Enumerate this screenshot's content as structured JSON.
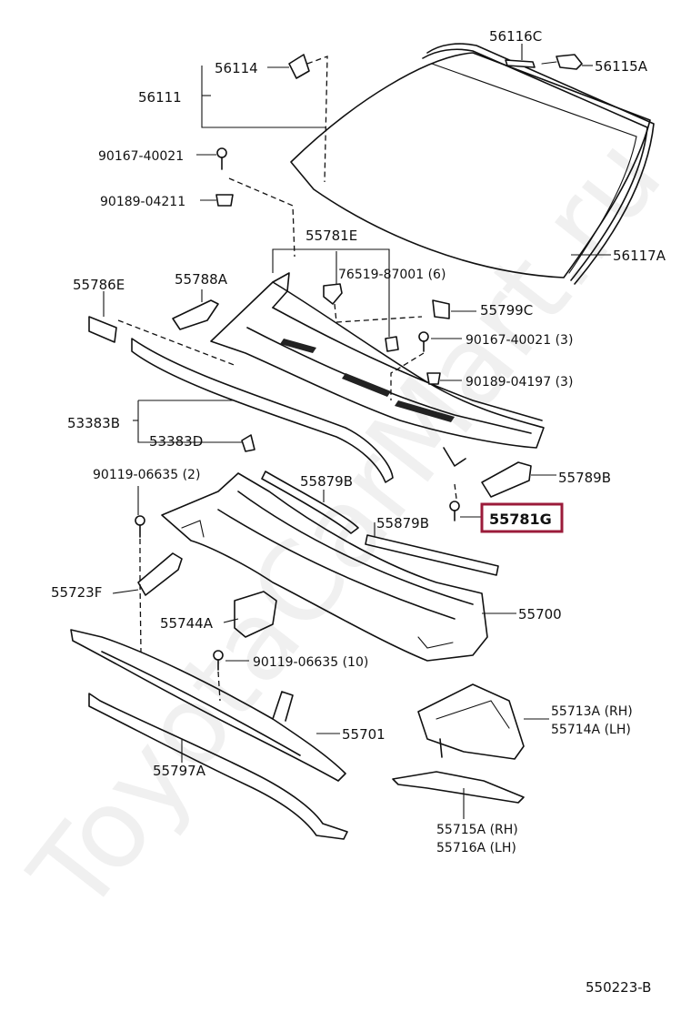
{
  "watermark": "ToyotaCarMart.ru",
  "diagram_code": "550223-B",
  "highlight_color": "#9b1b3a",
  "labels": {
    "p56116C": "56116C",
    "p56115A": "56115A",
    "p56114": "56114",
    "p56111": "56111",
    "p90167_40021": "90167-40021",
    "p90189_04211": "90189-04211",
    "p55781E": "55781E",
    "p76519": "76519-87001 (6)",
    "p55786E": "55786E",
    "p55788A": "55788A",
    "p55799C": "55799C",
    "p90167_40021_3": "90167-40021 (3)",
    "p90189_04197_3": "90189-04197 (3)",
    "p56117A": "56117A",
    "p53383B": "53383B",
    "p53383D": "53383D",
    "p90119_06635_2": "90119-06635 (2)",
    "p55879B_a": "55879B",
    "p55879B_b": "55879B",
    "p55789B": "55789B",
    "p55781G": "55781G",
    "p55723F": "55723F",
    "p55700": "55700",
    "p55744A": "55744A",
    "p90119_06635_10": "90119-06635 (10)",
    "p55713A": "55713A (RH)",
    "p55714A": "55714A (LH)",
    "p55701": "55701",
    "p55797A": "55797A",
    "p55715A": "55715A (RH)",
    "p55716A": "55716A (LH)"
  }
}
